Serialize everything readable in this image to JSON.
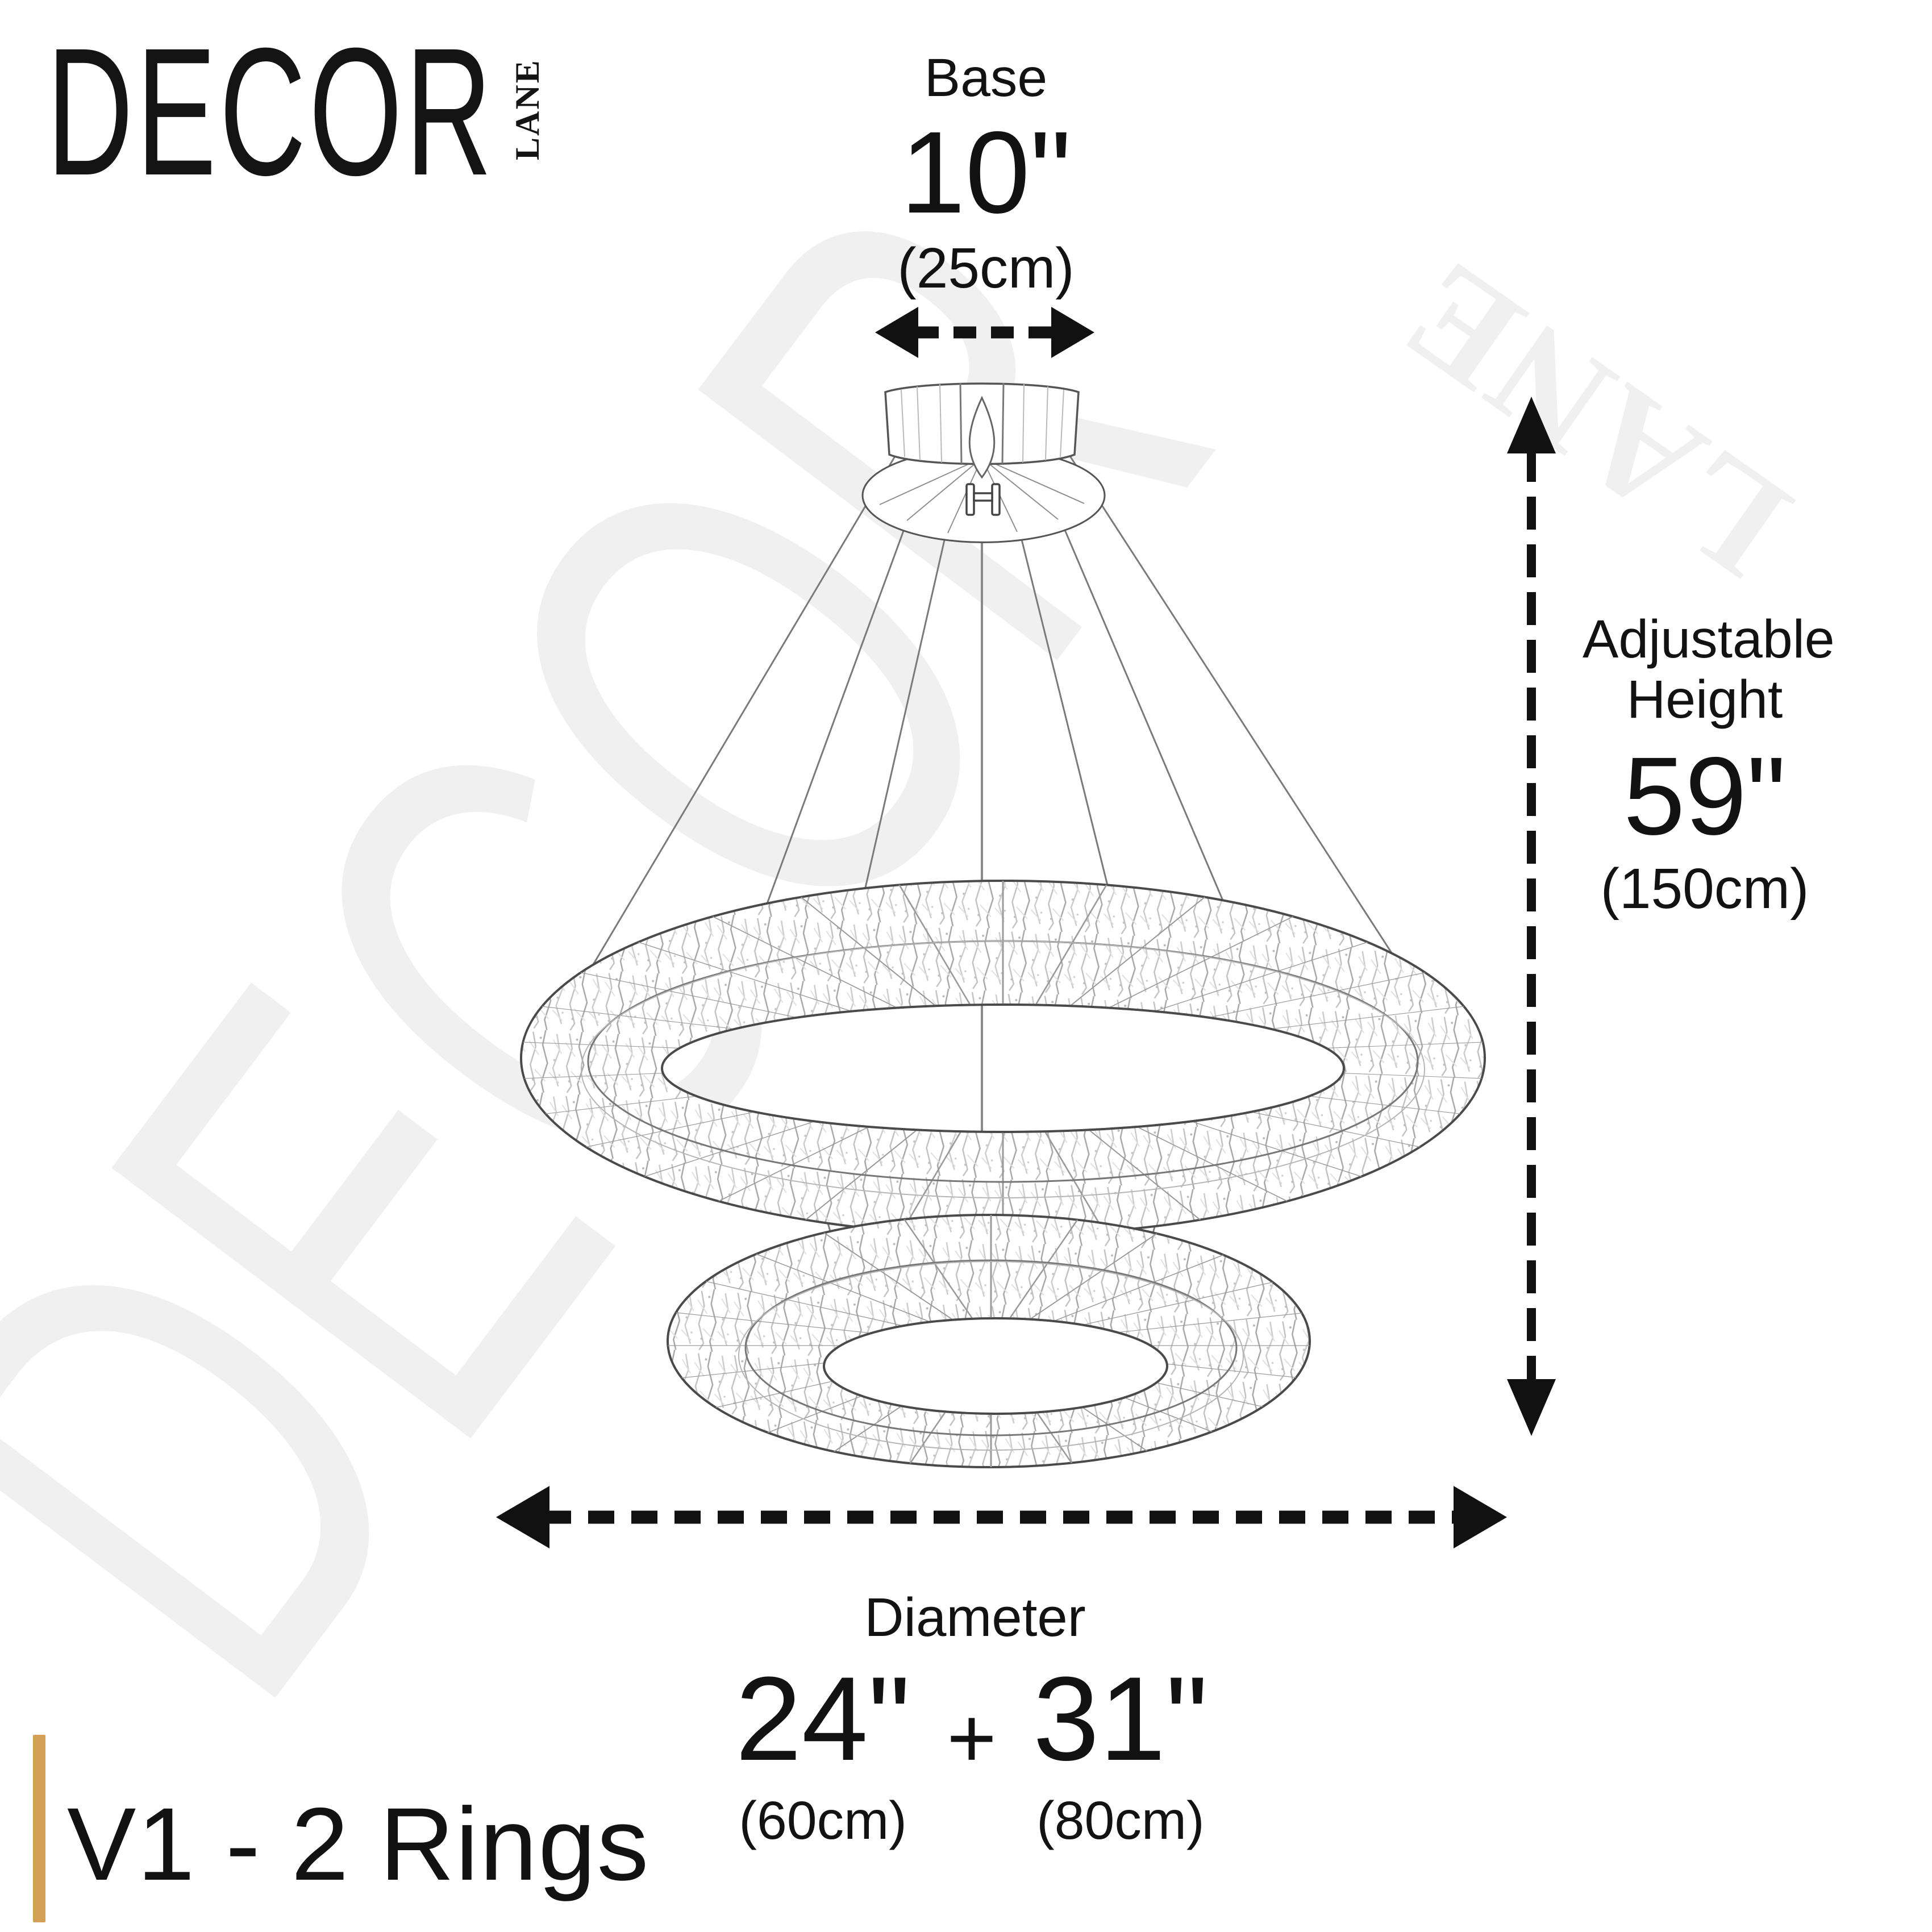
{
  "brand": {
    "primary": "DECOR",
    "secondary": "LANE"
  },
  "watermark": {
    "primary": "DECOR",
    "secondary": "LANE"
  },
  "base": {
    "label": "Base",
    "inches": "10\"",
    "metric": "(25cm)"
  },
  "adjustable_height": {
    "label_line1": "Adjustable",
    "label_line2": "Height",
    "inches": "59\"",
    "metric": "(150cm)"
  },
  "diameter": {
    "label": "Diameter",
    "ring1_inches": "24\"",
    "separator": "+",
    "ring2_inches": "31\"",
    "ring1_metric": "(60cm)",
    "ring2_metric": "(80cm)"
  },
  "variant_label": "V1 - 2 Rings",
  "colors": {
    "accent": "#D4A055",
    "ink": "#121212",
    "watermark_gray": "#F0F0F0"
  }
}
